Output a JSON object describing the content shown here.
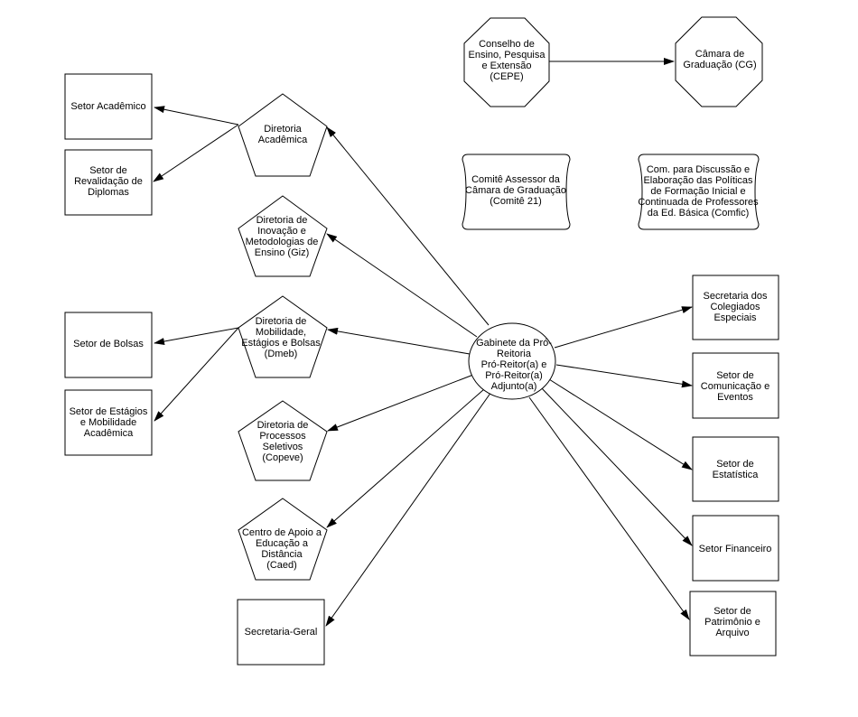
{
  "nodes": {
    "center": [
      "Gabinete da Pró-",
      "Reitoria",
      "Pró-Reitor(a) e",
      "Pró-Reitor(a)",
      "Adjunto(a)"
    ],
    "cepe": [
      "Conselho de",
      "Ensino, Pesquisa",
      "e Extensão",
      "(CEPE)"
    ],
    "cg": [
      "Câmara de",
      "Graduação (CG)"
    ],
    "comite21": [
      "Comitê Assessor da",
      "Câmara de Graduação",
      "(Comitê 21)"
    ],
    "comfic": [
      "Com. para Discussão e",
      "Elaboração das Políticas",
      "de Formação Inicial e",
      "Continuada de Professores",
      "da Ed. Básica (Comfic)"
    ],
    "dir_academica": [
      "Diretoria",
      "Acadêmica"
    ],
    "setor_academico": [
      "Setor Acadêmico"
    ],
    "setor_revalidacao": [
      "Setor de",
      "Revalidação de",
      "Diplomas"
    ],
    "giz": [
      "Diretoria de",
      "Inovação e",
      "Metodologias de",
      "Ensino (Giz)"
    ],
    "dmeb": [
      "Diretoria de",
      "Mobilidade,",
      "Estágios e Bolsas",
      "(Dmeb)"
    ],
    "setor_bolsas": [
      "Setor de Bolsas"
    ],
    "setor_estagios": [
      "Setor de Estágios",
      "e Mobilidade",
      "Acadêmica"
    ],
    "copeve": [
      "Diretoria de",
      "Processos",
      "Seletivos",
      "(Copeve)"
    ],
    "caed": [
      "Centro de Apoio a",
      "Educação a",
      "Distância",
      "(Caed)"
    ],
    "secretaria_geral": [
      "Secretaria-Geral"
    ],
    "colegiados": [
      "Secretaria dos",
      "Colegiados",
      "Especiais"
    ],
    "comunicacao": [
      "Setor de",
      "Comunicação e",
      "Eventos"
    ],
    "estatistica": [
      "Setor de",
      "Estatística"
    ],
    "financeiro": [
      "Setor Financeiro"
    ],
    "patrimonio": [
      "Setor de",
      "Patrimônio e",
      "Arquivo"
    ]
  }
}
